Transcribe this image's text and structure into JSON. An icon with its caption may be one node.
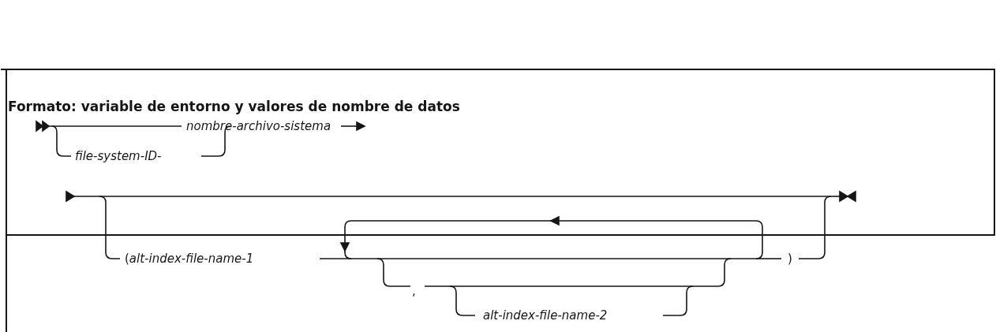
{
  "diagram": {
    "title": "Formato: variable de entorno y valores de nombre de datos",
    "labels": [
      "file-system-ID-",
      "nombre-archivo-sistema",
      "(*alt-index-file-name-1*",
      ",",
      "alt-index-file-name-2",
      ")"
    ]
  }
}
